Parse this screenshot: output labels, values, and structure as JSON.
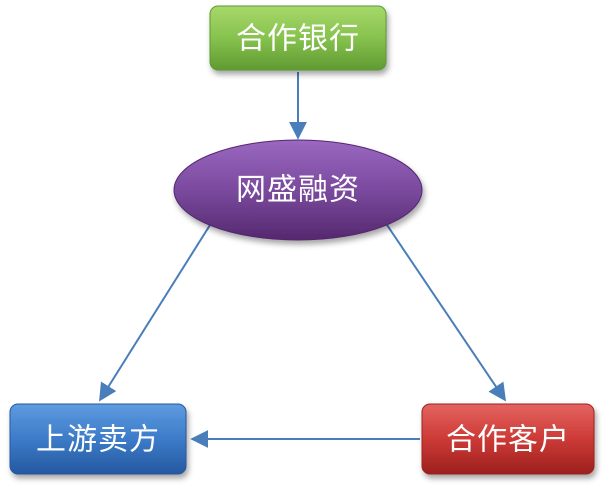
{
  "nodes": {
    "bank": {
      "label": "合作银行",
      "color": "#7ab648"
    },
    "platform": {
      "label": "网盛融资",
      "color": "#6b3a8c"
    },
    "seller": {
      "label": "上游卖方",
      "color": "#2f6fbd"
    },
    "customer": {
      "label": "合作客户",
      "color": "#c8332f"
    }
  },
  "edges": [
    {
      "from": "bank",
      "to": "platform"
    },
    {
      "from": "platform",
      "to": "seller"
    },
    {
      "from": "platform",
      "to": "customer"
    },
    {
      "from": "customer",
      "to": "seller"
    }
  ],
  "edge_color": "#4a7ebb"
}
